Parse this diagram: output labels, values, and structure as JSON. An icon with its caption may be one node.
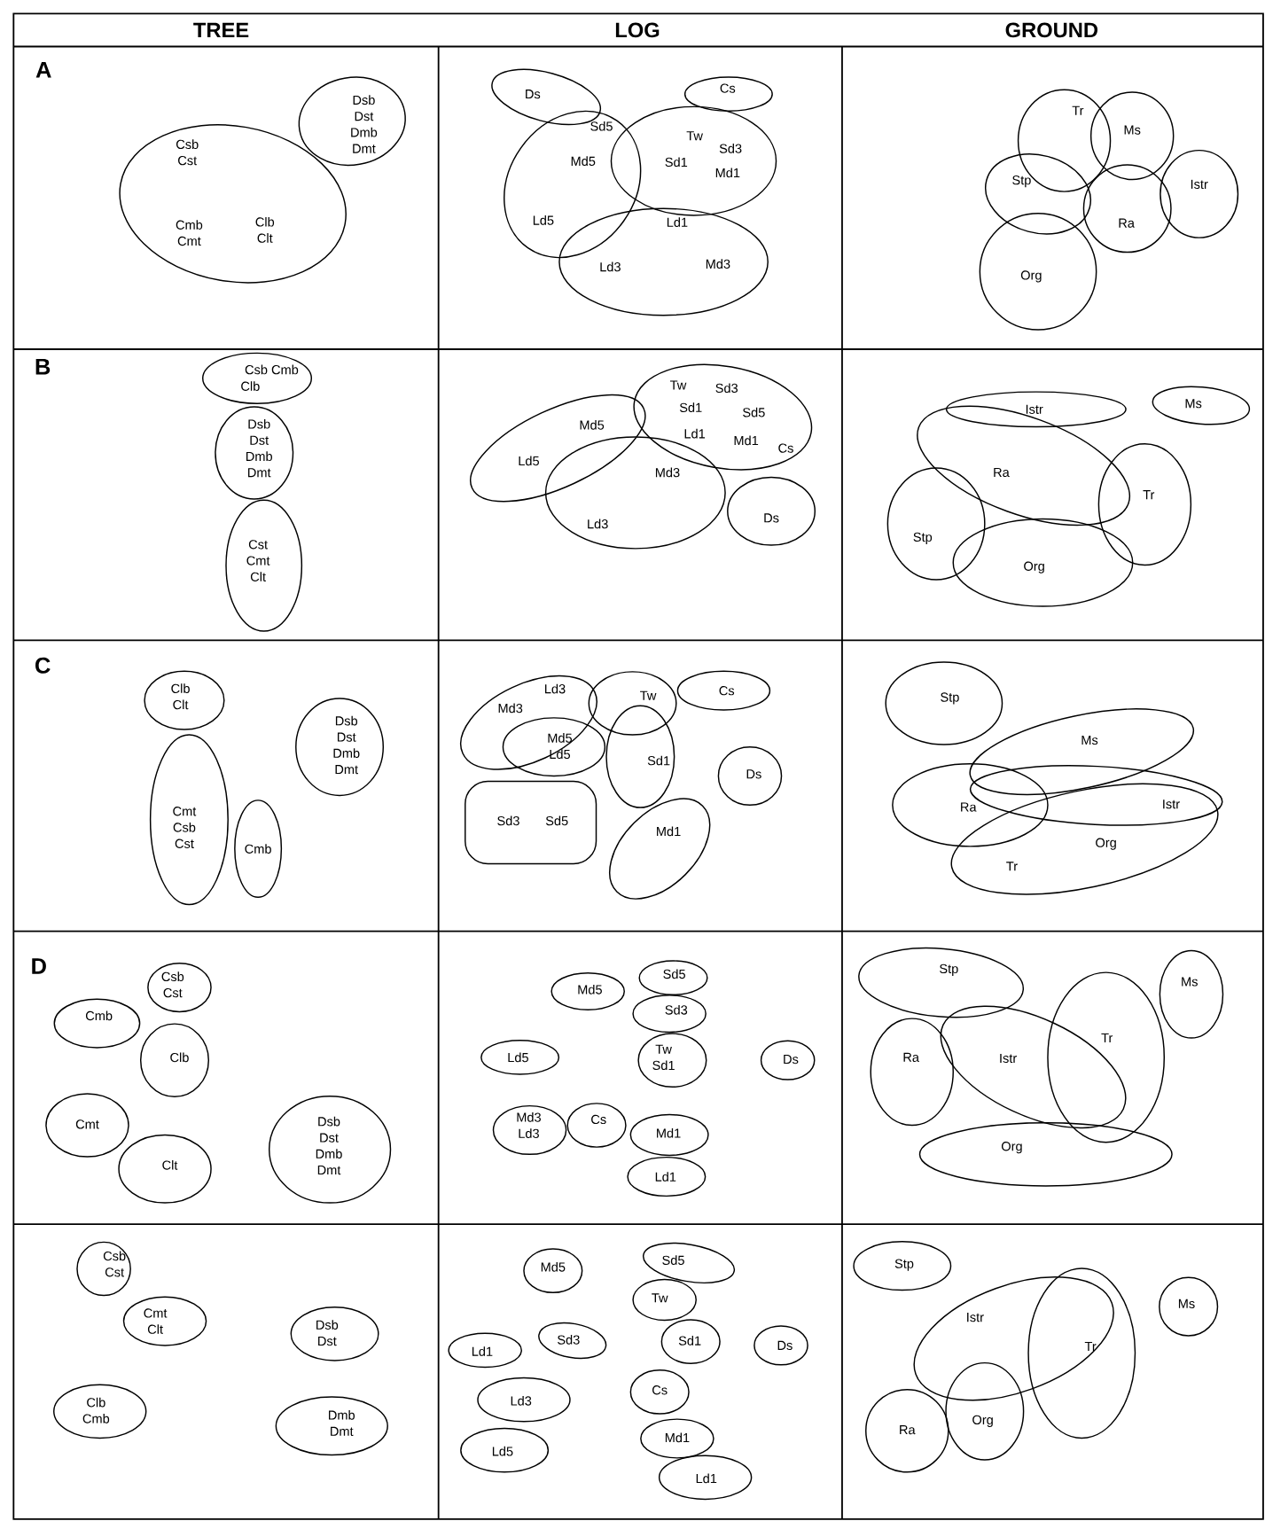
{
  "diagram": {
    "nodes": [
      {
        "text": [
          "Csb Cst",
          "Cmb Cmt",
          "Clb Clt"
        ]
      },
      {
        "text": [
          "Dsb Dst Dmb Dmt"
        ]
      },
      {
        "text": [
          "Ds"
        ]
      },
      {
        "text": [
          "Cs"
        ]
      },
      {
        "text": [
          "Sd5",
          "Md5",
          "Ld5"
        ]
      },
      {
        "text": [
          "Tw",
          "Sd1",
          "Sd3",
          "Md1"
        ]
      },
      {
        "text": [
          "Ld1",
          "Ld3",
          "Md3"
        ]
      },
      {
        "text": [
          "Tr"
        ]
      },
      {
        "text": [
          "Ms"
        ]
      },
      {
        "text": [
          "Stp"
        ]
      },
      {
        "text": [
          "Istr"
        ]
      },
      {
        "text": [
          "Ra"
        ]
      },
      {
        "text": [
          "Org"
        ]
      },
      {
        "text": [
          "Csb Cmb",
          "Clb"
        ]
      },
      {
        "text": [
          "Dsb Dst Dmb Dmt"
        ]
      },
      {
        "text": [
          "Cst Cmt Clt"
        ]
      },
      {
        "text": [
          "Tw",
          "Sd3",
          "Sd1",
          "Sd5",
          "Ld1",
          "Md1",
          "Cs"
        ]
      },
      {
        "text": [
          "Md5",
          "Ld5"
        ]
      },
      {
        "text": [
          "Md3",
          "Ld3"
        ]
      },
      {
        "text": [
          "Ds"
        ]
      },
      {
        "text": [
          "Istr"
        ]
      },
      {
        "text": [
          "Ms"
        ]
      },
      {
        "text": [
          "Ra"
        ]
      },
      {
        "text": [
          "Tr"
        ]
      },
      {
        "text": [
          "Stp"
        ]
      },
      {
        "text": [
          "Org"
        ]
      },
      {
        "text": [
          "Clb Clt"
        ]
      },
      {
        "text": [
          "Dsb Dst Dmb Dmt"
        ]
      },
      {
        "text": [
          "Cmt Csb Cst"
        ]
      },
      {
        "text": [
          "Cmb"
        ]
      },
      {
        "text": [
          "Ld3",
          "Md3"
        ]
      },
      {
        "text": [
          "Tw"
        ]
      },
      {
        "text": [
          "Cs"
        ]
      },
      {
        "text": [
          "Md5 Ld5"
        ]
      },
      {
        "text": [
          "Sd1"
        ]
      },
      {
        "text": [
          "Ds"
        ]
      },
      {
        "text": [
          "Sd3",
          "Sd5"
        ]
      },
      {
        "text": [
          "Md1"
        ]
      },
      {
        "text": [
          "Stp"
        ]
      },
      {
        "text": [
          "Ms"
        ]
      },
      {
        "text": [
          "Ra"
        ]
      },
      {
        "text": [
          "Istr"
        ]
      },
      {
        "text": [
          "Org",
          "Tr"
        ]
      },
      {
        "text": [
          "Csb Cst"
        ]
      },
      {
        "text": [
          "Cmb"
        ]
      },
      {
        "text": [
          "Clb"
        ]
      },
      {
        "text": [
          "Cmt"
        ]
      },
      {
        "text": [
          "Clt"
        ]
      },
      {
        "text": [
          "Dsb Dst Dmb Dmt"
        ]
      },
      {
        "text": [
          "Sd5"
        ]
      },
      {
        "text": [
          "Md5"
        ]
      },
      {
        "text": [
          "Sd3"
        ]
      },
      {
        "text": [
          "Ld5"
        ]
      },
      {
        "text": [
          "Tw Sd1"
        ]
      },
      {
        "text": [
          "Ds"
        ]
      },
      {
        "text": [
          "Md3 Ld3"
        ]
      },
      {
        "text": [
          "Cs"
        ]
      },
      {
        "text": [
          "Md1"
        ]
      },
      {
        "text": [
          "Ld1"
        ]
      },
      {
        "text": [
          "Stp"
        ]
      },
      {
        "text": [
          "Ms"
        ]
      },
      {
        "text": [
          "Tr"
        ]
      },
      {
        "text": [
          "Ra"
        ]
      },
      {
        "text": [
          "Istr"
        ]
      },
      {
        "text": [
          "Org"
        ]
      },
      {
        "text": [
          "Csb Cst"
        ]
      },
      {
        "text": [
          "Cmt Clt"
        ]
      },
      {
        "text": [
          "Dsb Dst"
        ]
      },
      {
        "text": [
          "Clb Cmb"
        ]
      },
      {
        "text": [
          "Dmb Dmt"
        ]
      },
      {
        "text": [
          "Sd5"
        ]
      },
      {
        "text": [
          "Md5"
        ]
      },
      {
        "text": [
          "Tw"
        ]
      },
      {
        "text": [
          "Ld1"
        ]
      },
      {
        "text": [
          "Sd3"
        ]
      },
      {
        "text": [
          "Sd1"
        ]
      },
      {
        "text": [
          "Ds"
        ]
      },
      {
        "text": [
          "Ld3"
        ]
      },
      {
        "text": [
          "Cs"
        ]
      },
      {
        "text": [
          "Md1"
        ]
      },
      {
        "text": [
          "Ld5"
        ]
      },
      {
        "text": [
          "Ld1"
        ]
      },
      {
        "text": [
          "Stp"
        ]
      },
      {
        "text": [
          "Ms"
        ]
      },
      {
        "text": [
          "Istr"
        ]
      },
      {
        "text": [
          "Tr"
        ]
      },
      {
        "text": [
          "Org"
        ]
      },
      {
        "text": [
          "Ra"
        ]
      }
    ],
    "labels": [
      "TREE",
      "LOG",
      "GROUND",
      "A",
      "B",
      "C",
      "D"
    ]
  }
}
